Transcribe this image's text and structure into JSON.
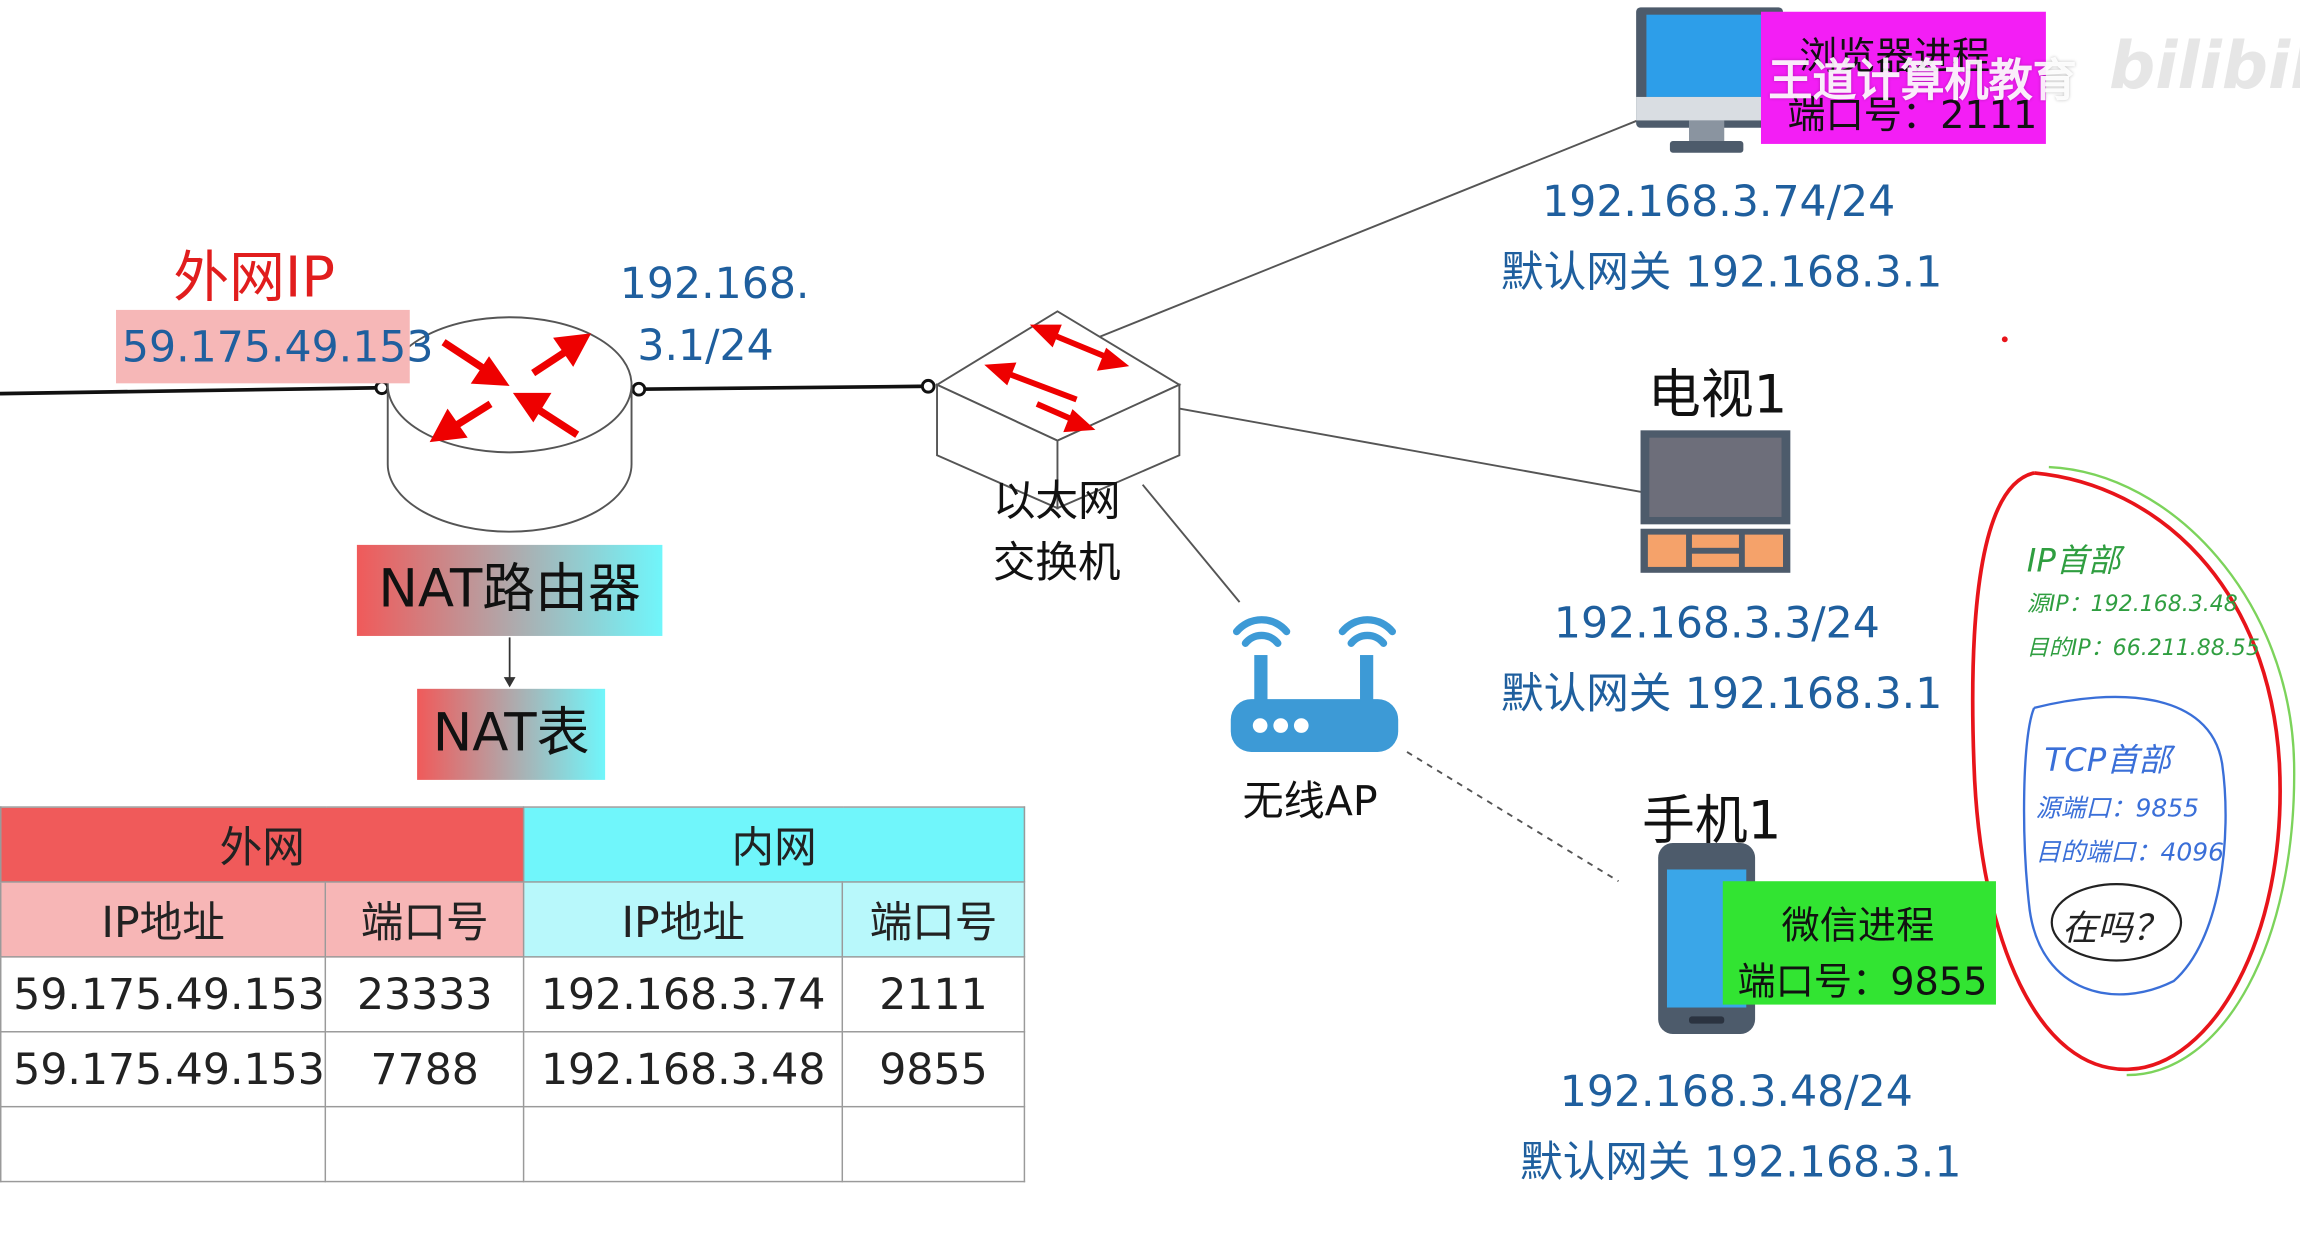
{
  "router": {
    "wan_title": "外网IP",
    "wan_ip": "59.175.49.153",
    "lan_ip_line1": "192.168.",
    "lan_ip_line2": "3.1/24",
    "name": "NAT路由器"
  },
  "nat_table_label": "NAT表",
  "switch": {
    "line1": "以太网",
    "line2": "交换机"
  },
  "ap": {
    "name": "无线AP"
  },
  "pc": {
    "process": "浏览器进程",
    "port": "端口号：2111",
    "ip": "192.168.3.74/24",
    "gateway": "默认网关 192.168.3.1"
  },
  "tv": {
    "name": "电视1",
    "ip": "192.168.3.3/24",
    "gateway": "默认网关 192.168.3.1"
  },
  "phone": {
    "name": "手机1",
    "process": "微信进程",
    "port": "端口号：9855",
    "ip": "192.168.3.48/24",
    "gateway": "默认网关 192.168.3.1"
  },
  "watermark": {
    "org": "王道计算机教育",
    "site": "bilibili"
  },
  "nat_table": {
    "group_wan": "外网",
    "group_lan": "内网",
    "headers": [
      "IP地址",
      "端口号",
      "IP地址",
      "端口号"
    ],
    "rows": [
      [
        "59.175.49.153",
        "23333",
        "192.168.3.74",
        "2111"
      ],
      [
        "59.175.49.153",
        "7788",
        "192.168.3.48",
        "9855"
      ],
      [
        "",
        "",
        "",
        ""
      ]
    ]
  },
  "packet": {
    "ip_header": "IP首部",
    "src_ip": "源IP：192.168.3.48",
    "dst_ip": "目的IP：66.211.88.55",
    "tcp_header": "TCP首部",
    "src_port": "源端口：9855",
    "dst_port": "目的端口：4096",
    "payload": "在吗？"
  },
  "colors": {
    "wan_red": "#f05a5a",
    "lan_cyan": "#70f6fb",
    "ip_blue": "#1f5f9e",
    "pc_process_bg": "#f31ef5",
    "phone_process_bg": "#32e432",
    "annotation_red": "#e8141a",
    "annotation_green": "#7cd35b",
    "annotation_blue": "#3a6fd8"
  }
}
